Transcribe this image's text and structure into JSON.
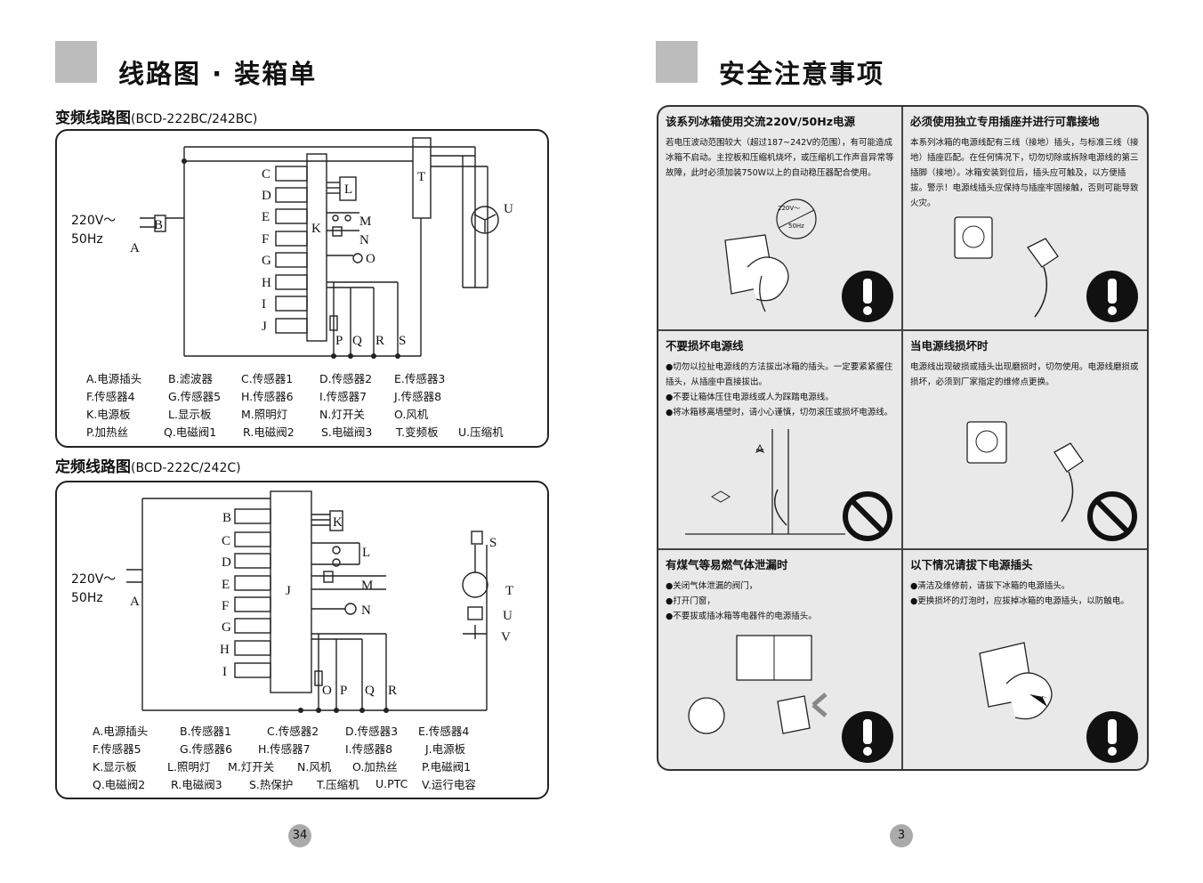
{
  "left_page": {
    "title": "线路图 · 装箱单",
    "section1": {
      "title": "变频线路图",
      "model": "(BCD-222BC/242BC)",
      "voltage": "220V～",
      "freq": "50Hz",
      "legend": [
        [
          "A.电源插头",
          "B.滤波器",
          "C.传感器1",
          "D.传感器2",
          "E.传感器3"
        ],
        [
          "F.传感器4",
          "G.传感器5",
          "H.传感器6",
          "I.传感器7",
          "J.传感器8"
        ],
        [
          "K.电源板",
          "L.显示板",
          "M.照明灯",
          "N.灯开关",
          "O.风机"
        ],
        [
          "P.加热丝",
          "Q.电磁阀1",
          "R.电磁阀2",
          "S.电磁阀3",
          "T.变频板",
          "U.压缩机"
        ]
      ]
    },
    "section2": {
      "title": "定频线路图",
      "model": "(BCD-222C/242C)",
      "voltage": "220V～",
      "freq": "50Hz",
      "legend": [
        [
          "A.电源插头",
          "B.传感器1",
          "C.传感器2",
          "D.传感器3",
          "E.传感器4"
        ],
        [
          "F.传感器5",
          "G.传感器6",
          "H.传感器7",
          "I.传感器8",
          "J.电源板"
        ],
        [
          "K.显示板",
          "L.照明灯",
          "M.灯开关",
          "N.风机",
          "O.加热丝",
          "P.电磁阀1"
        ],
        [
          "Q.电磁阀2",
          "R.电磁阀3",
          "S.热保护",
          "T.压缩机",
          "U.PTC",
          "V.运行电容"
        ]
      ]
    },
    "page_number": "34"
  },
  "right_page": {
    "title": "安全注意事项",
    "cells": [
      {
        "title": "该系列冰箱使用交流220V/50Hz电源",
        "body": "若电压波动范围较大（超过187~242V的范围），有可能造成冰箱不启动。主控板和压缩机烧坏，或压缩机工作声音异常等故障，此时必须加装750W以上的自动稳压器配合使用。",
        "label1": "220V～",
        "label2": "50Hz"
      },
      {
        "title": "必须使用独立专用插座并进行可靠接地",
        "body": "本系列冰箱的电源线配有三线（接地）插头，与标准三线（接地）插座匹配。在任何情况下，切勿切除或拆除电源线的第三插脚（接地）。冰箱安装到位后，插头应可触及，以方便插拔。警示！电源线插头应保持与插座牢固接触，否则可能导致火灾。"
      },
      {
        "title": "不要损坏电源线",
        "bullets": [
          "●切勿以拉扯电源线的方法拔出冰箱的插头。一定要紧紧握住插头，从插座中直接拔出。",
          "●不要让箱体压住电源线或人为踩踏电源线。",
          "●将冰箱移离墙壁时，请小心谨慎，切勿滚压或损坏电源线。"
        ]
      },
      {
        "title": "当电源线损坏时",
        "body": "电源线出现破损或插头出现磨损时，切勿使用。电源线磨损或损坏，必须到厂家指定的维修点更换。"
      },
      {
        "title": "有煤气等易燃气体泄漏时",
        "bullets": [
          "●关闭气体泄漏的阀门，",
          "●打开门窗，",
          "●不要拔或插冰箱等电器件的电源插头。"
        ]
      },
      {
        "title": "以下情况请拔下电源插头",
        "bullets": [
          "●清洁及维修前，请拔下冰箱的电源插头。",
          "●更换损坏的灯泡时，应拔掉冰箱的电源插头，以防触电。"
        ]
      }
    ],
    "page_number": "3"
  }
}
